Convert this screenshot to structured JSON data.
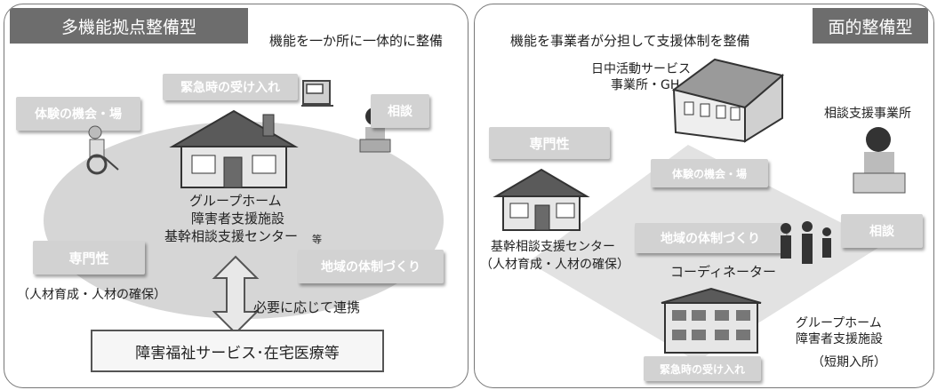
{
  "left": {
    "tab_title": "多機能拠点整備型",
    "subtitle": "機能を一か所に一体的に整備",
    "labels": {
      "emergency": "緊急時の受け入れ",
      "experience": "体験の機会・場",
      "consult": "相談",
      "expertise": "専門性",
      "community": "地域の体制づくり"
    },
    "center_lines": [
      "グループホーム",
      "障害者支援施設",
      "基幹相談支援センター"
    ],
    "etc": "等",
    "hr_note": "（人材育成・人材の確保）",
    "link_note": "必要に応じて連携",
    "bottom_box": "障害福祉サービス･在宅医療等"
  },
  "right": {
    "tab_title": "面的整備型",
    "subtitle": "機能を事業者が分担して支援体制を整備",
    "day_service_lines": [
      "日中活動サービス",
      "事業所・GH"
    ],
    "consult_office": "相談支援事業所",
    "labels": {
      "expertise": "専門性",
      "experience": "体験の機会・場",
      "community": "地域の体制づくり",
      "consult": "相談",
      "emergency": "緊急時の受け入れ"
    },
    "center_lines": [
      "基幹相談支援センター",
      "（人材育成・人材の確保）"
    ],
    "coordinator": "コーディネーター",
    "gh_lines": [
      "グループホーム",
      "障害者支援施設",
      "（短期入所）"
    ]
  }
}
